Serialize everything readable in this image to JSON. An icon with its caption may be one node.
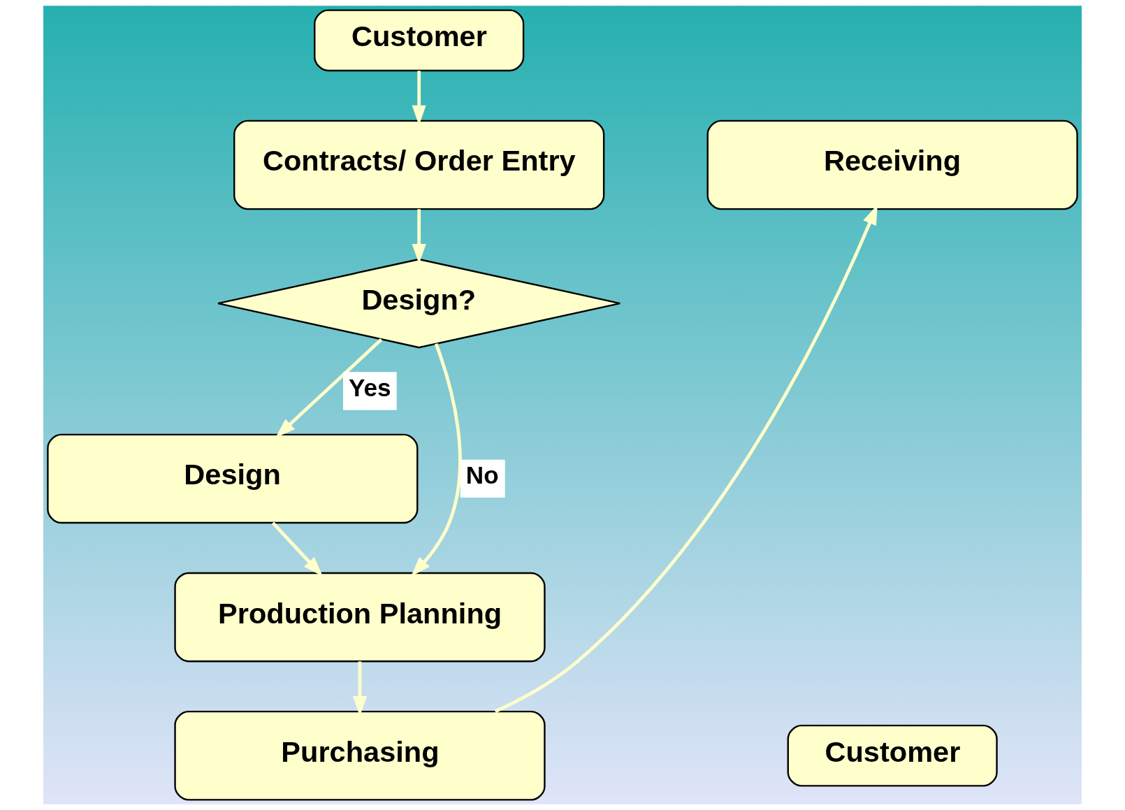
{
  "diagram": {
    "nodes": [
      {
        "text": [
          "Customer"
        ]
      },
      {
        "text": [
          "Contracts/ Order Entry"
        ]
      },
      {
        "text": [
          "Design?"
        ]
      },
      {
        "text": [
          "Design"
        ]
      },
      {
        "text": [
          "Production Planning"
        ]
      },
      {
        "text": [
          "Purchasing"
        ]
      },
      {
        "text": [
          "Receiving"
        ]
      },
      {
        "text": [
          "Customer"
        ]
      }
    ],
    "edges": [
      {
        "from": 0,
        "to": 1,
        "arrow": "to"
      },
      {
        "from": 1,
        "to": 2,
        "arrow": "to"
      },
      {
        "from": 2,
        "to": 3,
        "arrow": "to",
        "label": "Yes"
      },
      {
        "from": 2,
        "to": 4,
        "arrow": "to",
        "label": "No"
      },
      {
        "from": 3,
        "to": 4,
        "arrow": "to"
      },
      {
        "from": 4,
        "to": 5,
        "arrow": "to"
      },
      {
        "from": 5,
        "to": 6,
        "arrow": "to"
      }
    ]
  }
}
